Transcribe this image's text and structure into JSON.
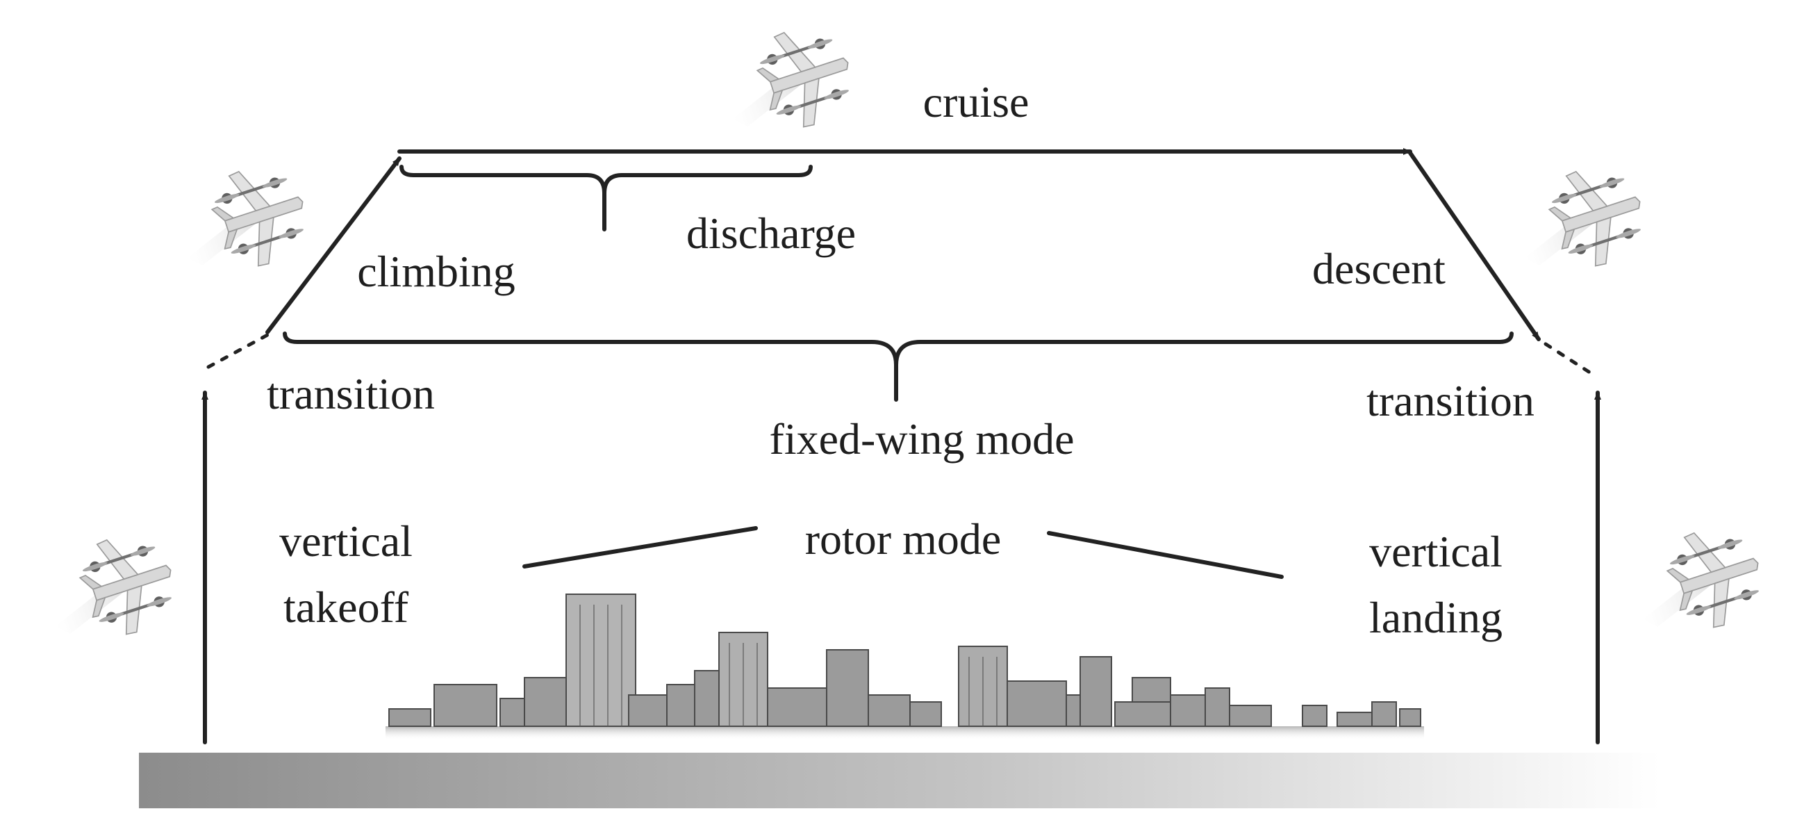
{
  "labels": {
    "cruise": "cruise",
    "discharge": "discharge",
    "climbing": "climbing",
    "descent": "descent",
    "transition_left": "transition",
    "transition_right": "transition",
    "fixed_wing_mode": "fixed-wing mode",
    "rotor_mode": "rotor mode",
    "vertical_takeoff_line1": "vertical",
    "vertical_takeoff_line2": "takeoff",
    "vertical_landing_line1": "vertical",
    "vertical_landing_line2": "landing"
  },
  "icons": {
    "aircraft": "vtol-aircraft-icon",
    "city": "city-skyline",
    "ground": "ground-gradient"
  },
  "colors": {
    "line": "#222222",
    "text": "#1e1e1e",
    "aircraft": "#9a9a9a",
    "ground_dark": "#8c8c8c",
    "ground_light": "#ffffff"
  }
}
